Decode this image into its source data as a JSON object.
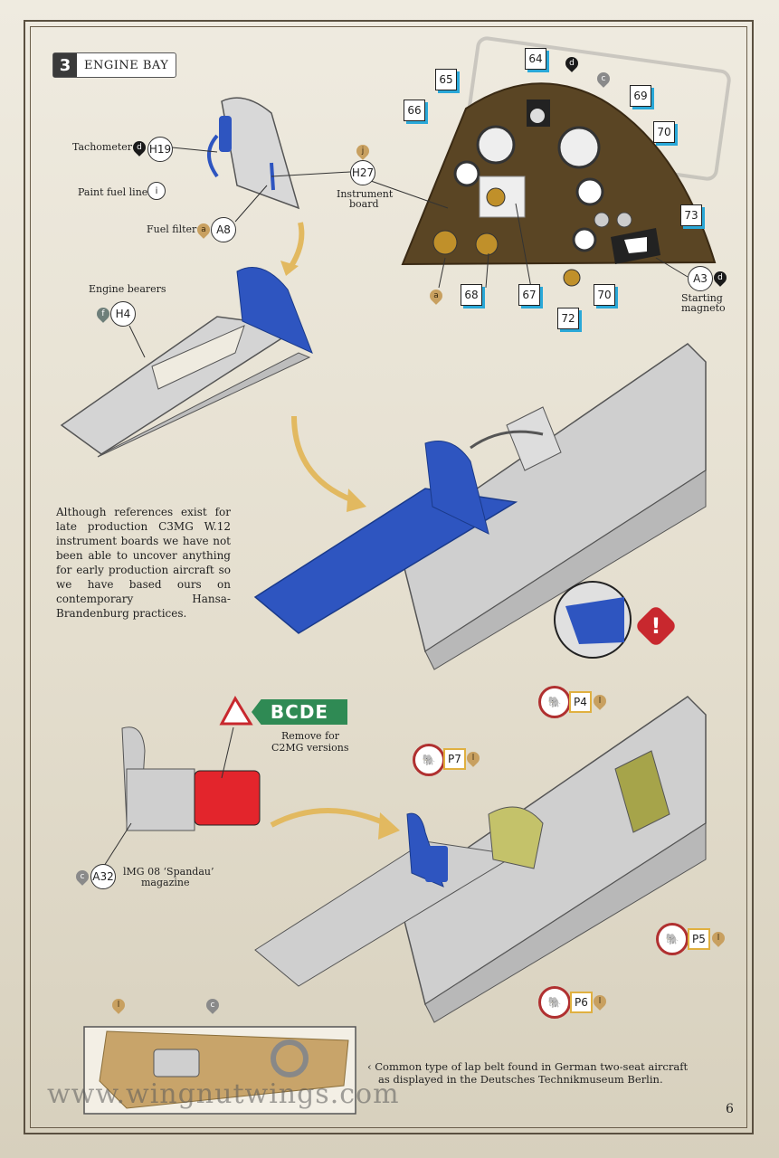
{
  "step": {
    "number": "3",
    "title": "ENGINE BAY"
  },
  "labels": {
    "tachometer": "Tachometer",
    "paint_fuel_lines": "Paint fuel lines",
    "fuel_filter": "Fuel filter",
    "instrument_board_1": "Instrument",
    "instrument_board_2": "board",
    "engine_bearers": "Engine bearers",
    "starting_1": "Starting",
    "starting_2": "magneto",
    "remove_1": "Remove for",
    "remove_2": "C2MG versions",
    "magazine_1": "lMG 08 ‘Spandau’",
    "magazine_2": "magazine"
  },
  "parts": {
    "h19": "H19",
    "h27": "H27",
    "a8": "A8",
    "h4": "H4",
    "a3": "A3",
    "a32": "A32",
    "p4": "P4",
    "p5": "P5",
    "p6": "P6",
    "p7": "P7"
  },
  "paint": {
    "d": "d",
    "i": "i",
    "a": "a",
    "j": "j",
    "f": "f",
    "c": "c",
    "l": "l"
  },
  "decals": [
    "64",
    "65",
    "66",
    "67",
    "68",
    "69",
    "70",
    "70",
    "72",
    "73"
  ],
  "body_text": "Although references exist for late production C3MG W.12 instrument boards we have not been able to uncover anything for early production aircraft so we have based ours on contemporary Hansa-Brandenburg practices.",
  "bcde": "BCDE",
  "caption_1": "‹  Common type of lap belt found in German two-seat aircraft",
  "caption_2": "as displayed in the Deutsches Technikmuseum Berlin.",
  "watermark": "www.wingnutwings.com",
  "page_number": "6",
  "colors": {
    "blue_part": "#2e55c0",
    "red_part": "#e3252c",
    "green_tag": "#2f8a54",
    "decal_shadow": "#2aa8d8"
  }
}
